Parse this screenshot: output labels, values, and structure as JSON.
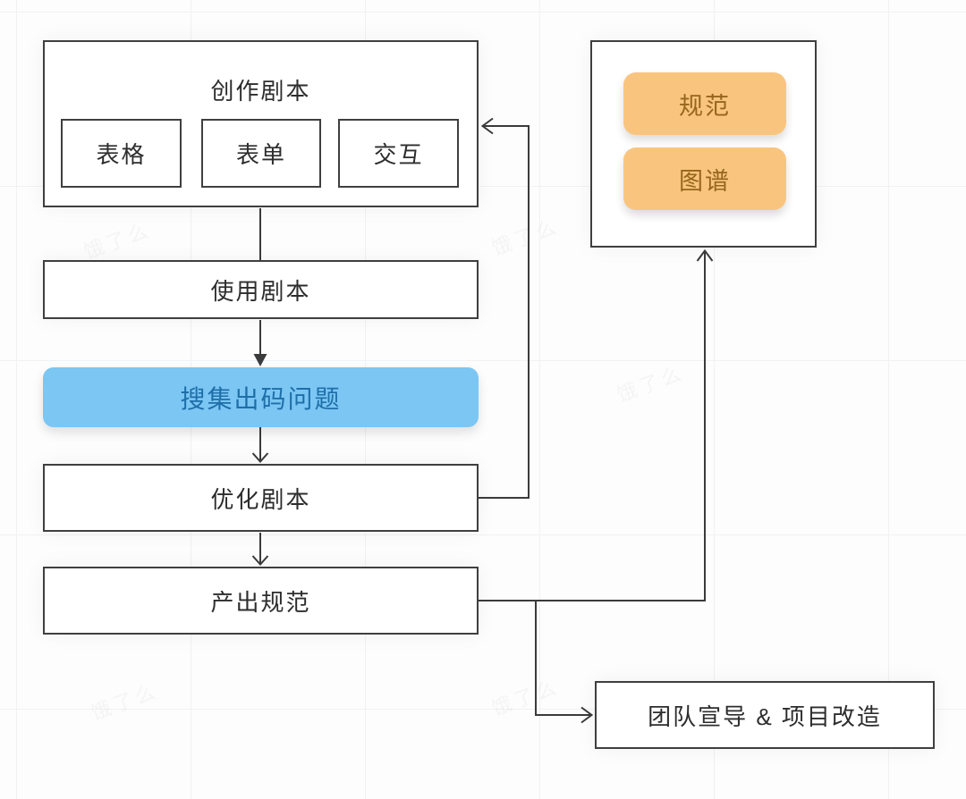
{
  "colors": {
    "line": "#3b3b3b",
    "node_border": "#3f3f3f",
    "node_background": "#ffffff",
    "blue_fill": "#7cc6f4",
    "blue_text": "#1e6fa8",
    "orange_fill": "#f9c57e",
    "orange_text": "#97661c",
    "grid_line": "#f1f1f1"
  },
  "nodes": {
    "create_script": {
      "title": "创作剧本",
      "children": [
        {
          "label": "表格"
        },
        {
          "label": "表单"
        },
        {
          "label": "交互"
        }
      ]
    },
    "use_script": {
      "label": "使用剧本"
    },
    "collect_issues": {
      "label": "搜集出码问题"
    },
    "optimize_script": {
      "label": "优化剧本"
    },
    "produce_spec": {
      "label": "产出规范"
    },
    "artifacts": {
      "spec": {
        "label": "规范"
      },
      "graph": {
        "label": "图谱"
      }
    },
    "team_promo": {
      "label": "团队宣导 & 项目改造"
    }
  },
  "watermark": {
    "text": "饿了么"
  }
}
